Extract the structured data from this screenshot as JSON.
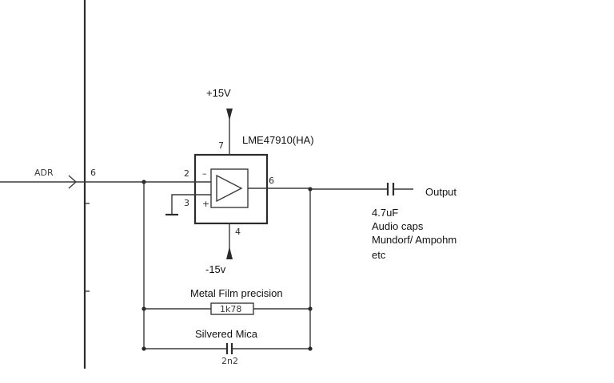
{
  "signals": {
    "input": "ADR",
    "input_pin": "6",
    "output": "Output",
    "positive_supply": "+15V",
    "negative_supply": "-15v"
  },
  "opamp": {
    "part": "LME47910(HA)",
    "pins": {
      "inverting": "2",
      "non_inverting": "3",
      "output": "6",
      "vplus": "7",
      "vminus": "4"
    },
    "signs": {
      "inverting": "–",
      "non_inverting": "+"
    }
  },
  "components": {
    "output_cap_notes": [
      "4.7uF",
      "Audio caps",
      "Mundorf/ Ampohm",
      "etc"
    ],
    "feedback_resistor": {
      "note": "Metal Film precision",
      "value": "1k78"
    },
    "feedback_capacitor": {
      "note": "Silvered Mica",
      "value": "2n2"
    }
  }
}
